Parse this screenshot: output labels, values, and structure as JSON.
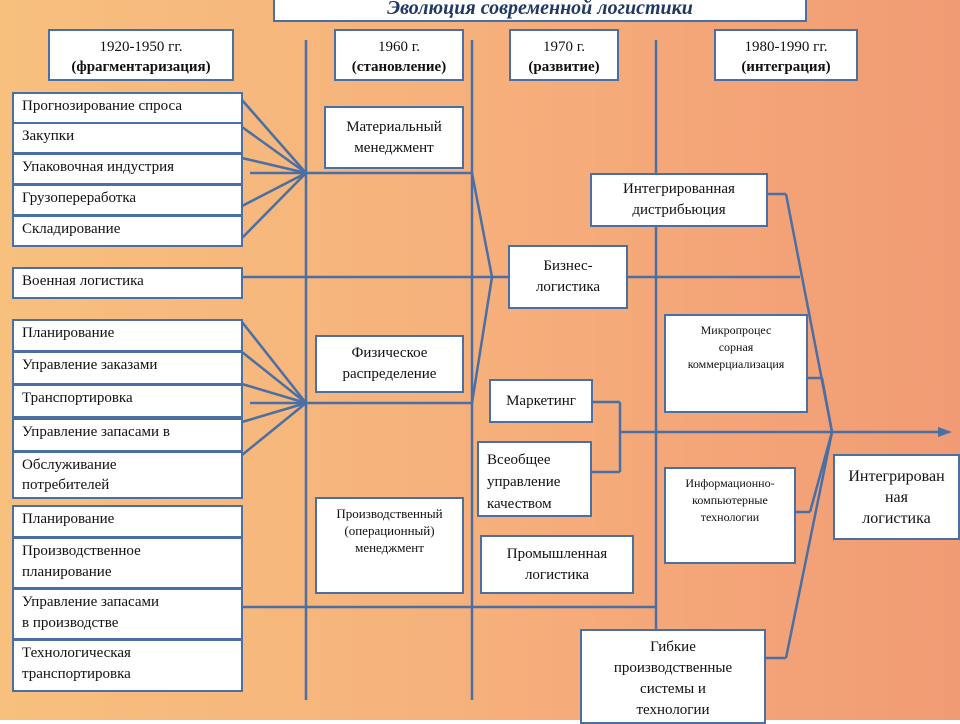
{
  "title": "Эволюция  современной логистики",
  "periods": [
    {
      "years": "1920-1950 гг.",
      "name": "(фрагментаризация)"
    },
    {
      "years": "1960 г.",
      "name": "(становление)"
    },
    {
      "years": "1970 г.",
      "name": "(развитие)"
    },
    {
      "years": "1980-1990 гг.",
      "name": "(интеграция)"
    }
  ],
  "left_group1": [
    "Прогнозирование спроса",
    "Закупки",
    "Упаковочная индустрия",
    "Грузопереработка",
    "Складирование"
  ],
  "military": "Военная логистика",
  "left_group2": [
    "Планирование",
    "Управление заказами",
    "Транспортировка",
    "Управление запасами в"
  ],
  "service": [
    "Обслуживание",
    "потребителей"
  ],
  "left_group3": {
    "planning": "Планирование",
    "prod_planning": [
      "Производственное",
      "планирование"
    ],
    "inventory": [
      "Управление запасами",
      "в производстве"
    ],
    "transport": [
      "Технологическая",
      "транспортировка"
    ]
  },
  "mid": {
    "material": [
      "Материальный",
      "менеджмент"
    ],
    "physical": [
      "Физическое",
      "распределение"
    ],
    "production": [
      "Производственный",
      "(операционный)",
      "менеджмент"
    ]
  },
  "col3": {
    "business": [
      "Бизнес-",
      "логистика"
    ],
    "marketing": "Маркетинг",
    "tqm": [
      "Всеобщее",
      "управление",
      "качеством"
    ],
    "industrial": [
      "Промышленная",
      "логистика"
    ]
  },
  "col4": {
    "integrated_distribution": [
      "Интегрированная",
      "дистрибьюция"
    ],
    "micro": [
      "Микропроцес",
      "сорная",
      "коммерциализация"
    ],
    "it": [
      "Информационно-",
      "компьютерные",
      "технологии"
    ],
    "flexible": [
      "Гибкие",
      "производственные",
      "системы и",
      "технологии"
    ]
  },
  "result": [
    "Интегрирован",
    "ная",
    "логистика"
  ],
  "line_color": "#4a6fa5"
}
